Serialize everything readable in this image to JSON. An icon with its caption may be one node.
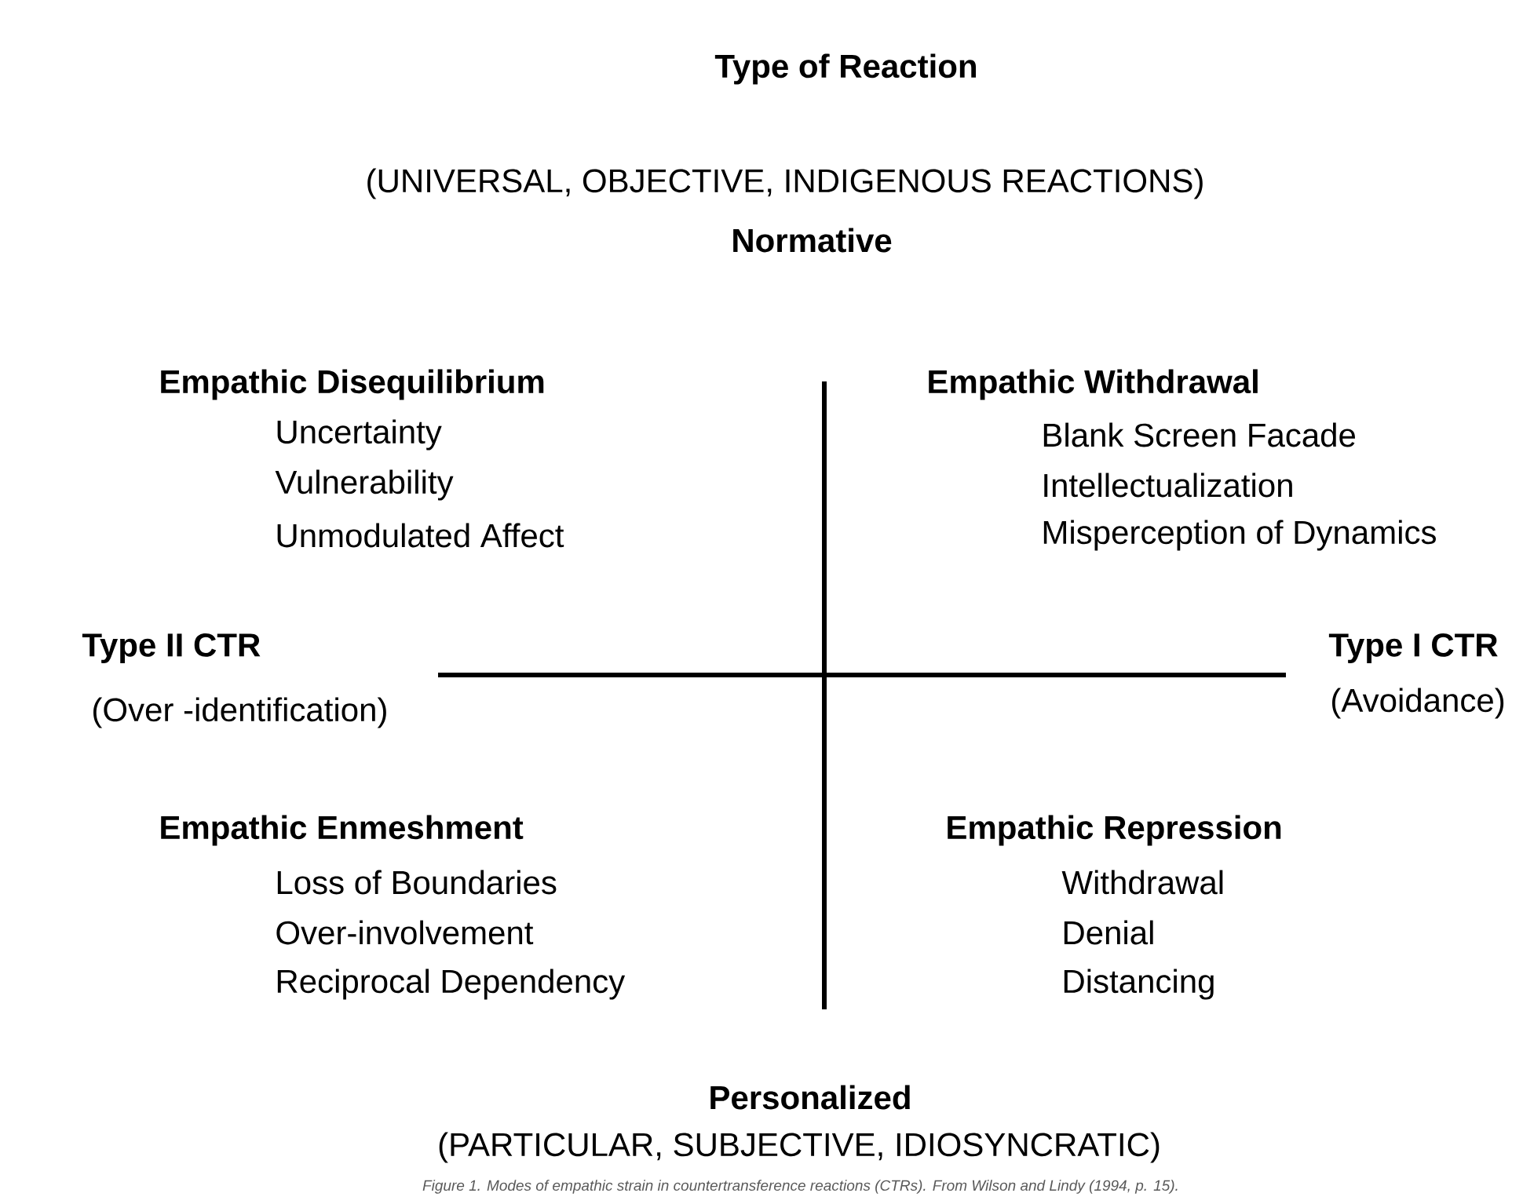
{
  "diagram": {
    "title": "Type of Reaction",
    "caption": "Figure 1. Modes of empathic strain in countertransference reactions (CTRs). From Wilson and Lindy (1994, p. 15).",
    "labels": [
      "(UNIVERSAL, OBJECTIVE, INDIGENOUS REACTIONS)",
      "Normative",
      "Empathic Disequilibrium",
      "Uncertainty",
      "Vulnerability",
      "Unmodulated Affect",
      "Empathic Withdrawal",
      "Blank Screen Facade",
      "Intellectualization",
      "Misperception of Dynamics",
      "Type II CTR",
      "(Over -identification)",
      "Type I CTR",
      "(Avoidance)",
      "Empathic Enmeshment",
      "Loss of Boundaries",
      "Over-involvement",
      "Reciprocal Dependency",
      "Empathic Repression",
      "Withdrawal",
      "Denial",
      "Distancing",
      "Personalized",
      "(PARTICULAR, SUBJECTIVE, IDIOSYNCRATIC)"
    ]
  }
}
